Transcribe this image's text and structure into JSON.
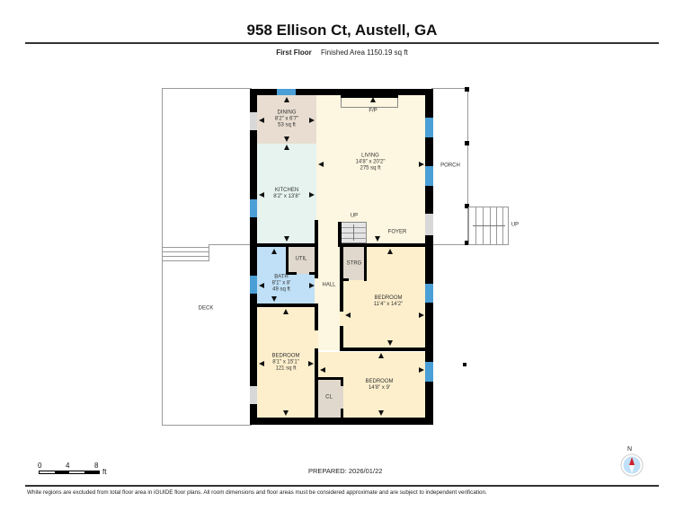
{
  "header": {
    "title": "958 Ellison Ct, Austell, GA",
    "floor_name": "First Floor",
    "finished_area": "Finished Area 1150.19 sq ft"
  },
  "rooms": {
    "dining": {
      "name": "DINING",
      "dims": "8'2\" x 6'7\"",
      "area": "53 sq ft",
      "color": "#e8ddd0"
    },
    "kitchen": {
      "name": "KITCHEN",
      "dims": "8'2\" x 13'8\"",
      "color": "#e6f3ee"
    },
    "living": {
      "name": "LIVING",
      "dims": "14'8\" x 20'2\"",
      "area": "275 sq ft",
      "color": "#fdf6e0"
    },
    "fireplace": {
      "name": "F/P"
    },
    "stairs_up": {
      "name": "UP"
    },
    "foyer": {
      "name": "FOYER",
      "color": "#fdf6e0"
    },
    "util": {
      "name": "UTIL",
      "color": "#e0d8cc"
    },
    "bath": {
      "name": "BATH",
      "dims": "8'1\" x 8'",
      "area": "49 sq ft",
      "color": "#bfe0f7"
    },
    "hall": {
      "name": "HALL",
      "color": "#fdf6e0"
    },
    "strg": {
      "name": "STRG",
      "color": "#e0d8cc"
    },
    "bedroom_ne": {
      "name": "BEDROOM",
      "dims": "11'4\" x 14'2\"",
      "color": "#fdefcc"
    },
    "bedroom_sw": {
      "name": "BEDROOM",
      "dims": "8'1\" x 15'1\"",
      "area": "121 sq ft",
      "color": "#fdefcc"
    },
    "bedroom_se": {
      "name": "BEDROOM",
      "dims": "14'8\" x 9'",
      "color": "#fdefcc"
    },
    "closet": {
      "name": "CL",
      "color": "#e0d8cc"
    },
    "deck": {
      "name": "DECK"
    },
    "porch": {
      "name": "PORCH"
    },
    "porch_stairs": {
      "name": "UP"
    }
  },
  "colors": {
    "wall": "#000000",
    "window": "#4a9fd6",
    "outline": "#999999"
  },
  "scale_bar": {
    "ticks": [
      "0",
      "4",
      "8"
    ],
    "unit": "ft"
  },
  "prepared": "PREPARED: 2026/01/22",
  "compass": {
    "label": "N"
  },
  "footer": {
    "disclaimer": "White regions are excluded from total floor area in iGUIDE floor plans. All room dimensions and floor areas must be considered approximate and are subject to independent verification."
  }
}
